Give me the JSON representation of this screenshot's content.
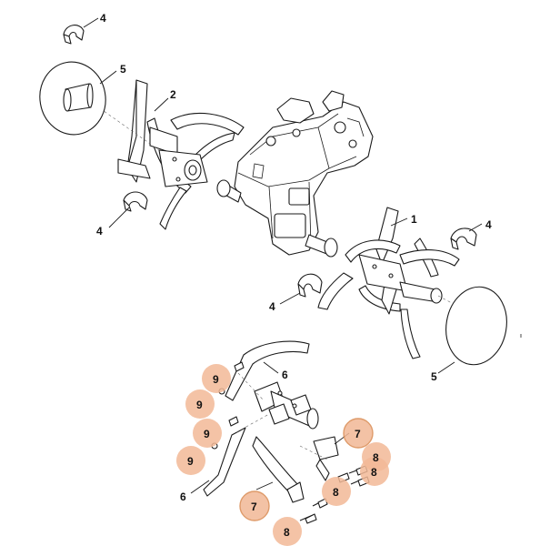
{
  "callouts": {
    "c4_top": "4",
    "c5_top": "5",
    "c2": "2",
    "c4_left": "4",
    "c1": "1",
    "c4_right": "4",
    "c4_mid": "4",
    "c5_bottom": "5",
    "c6_top": "6",
    "c9_a": "9",
    "c9_b": "9",
    "c9_c": "9",
    "c9_d": "9",
    "c6_bottom": "6",
    "c7_right": "7",
    "c8_a": "8",
    "c8_b": "8",
    "c8_c": "8",
    "c7_bottom": "7",
    "c8_d": "8"
  },
  "colors": {
    "highlight": "#f2b896",
    "highlight_ring": "#d9894f",
    "line": "#1a1a1a"
  }
}
